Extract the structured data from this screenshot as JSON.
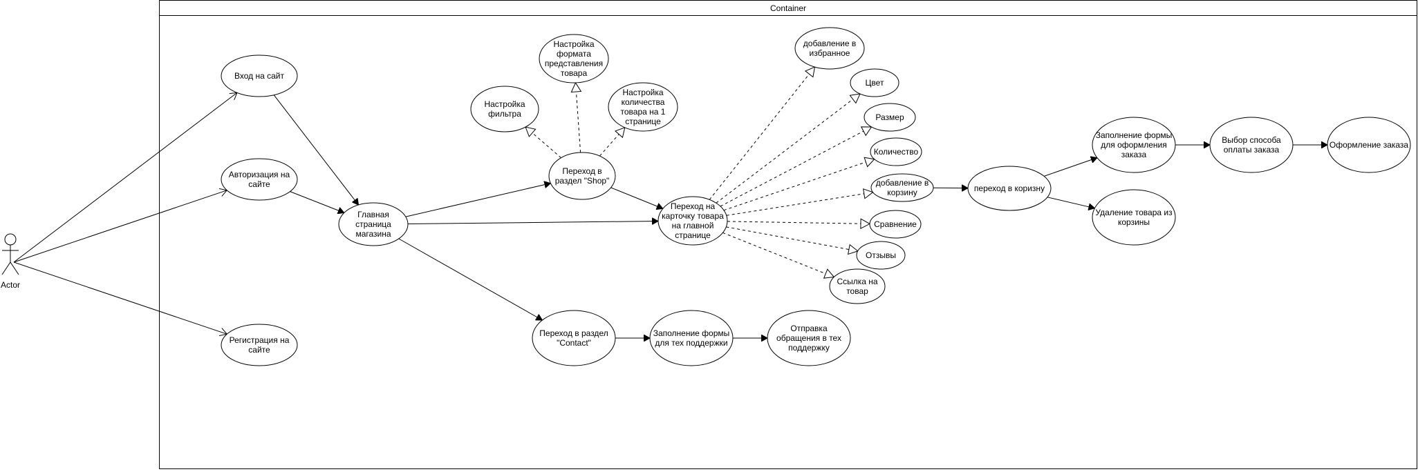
{
  "container": {
    "title": "Container"
  },
  "actor": {
    "label": "Actor"
  },
  "nodes": [
    {
      "id": "login",
      "lines": [
        "Вход на сайт"
      ]
    },
    {
      "id": "auth",
      "lines": [
        "Авторизация на",
        "сайте"
      ]
    },
    {
      "id": "register",
      "lines": [
        "Регистрация на",
        "сайте"
      ]
    },
    {
      "id": "home",
      "lines": [
        "Главная",
        "страница",
        "магазина"
      ]
    },
    {
      "id": "filter",
      "lines": [
        "Настройка",
        "фильтра"
      ]
    },
    {
      "id": "format",
      "lines": [
        "Настройка",
        "формата",
        "представления",
        "товара"
      ]
    },
    {
      "id": "perpage",
      "lines": [
        "Настройка",
        "количества",
        "товара на 1",
        "странице"
      ]
    },
    {
      "id": "shop",
      "lines": [
        "Переход в",
        "раздел \"Shop\""
      ]
    },
    {
      "id": "card",
      "lines": [
        "Переход на",
        "карточку товара",
        "на главной",
        "странице"
      ]
    },
    {
      "id": "fav",
      "lines": [
        "добавление в",
        "избранное"
      ]
    },
    {
      "id": "color",
      "lines": [
        "Цвет"
      ]
    },
    {
      "id": "size",
      "lines": [
        "Размер"
      ]
    },
    {
      "id": "qty",
      "lines": [
        "Количество"
      ]
    },
    {
      "id": "addcart",
      "lines": [
        "добавление в",
        "корзину"
      ]
    },
    {
      "id": "compare",
      "lines": [
        "Сравнение"
      ]
    },
    {
      "id": "reviews",
      "lines": [
        "Отзывы"
      ]
    },
    {
      "id": "link",
      "lines": [
        "Ссылка на",
        "товар"
      ]
    },
    {
      "id": "cart",
      "lines": [
        "переход в коризну"
      ]
    },
    {
      "id": "orderform",
      "lines": [
        "Заполнение формы",
        "для оформления",
        "заказа"
      ]
    },
    {
      "id": "remove",
      "lines": [
        "Удаление товара из",
        "корзины"
      ]
    },
    {
      "id": "payment",
      "lines": [
        "Выбор способа",
        "оплаты заказа"
      ]
    },
    {
      "id": "checkout",
      "lines": [
        "Оформление заказа"
      ]
    },
    {
      "id": "contact",
      "lines": [
        "Переход в раздел",
        "\"Contact\""
      ]
    },
    {
      "id": "supportform",
      "lines": [
        "Заполнение формы",
        "для тех поддержки"
      ]
    },
    {
      "id": "sendsupport",
      "lines": [
        "Отправка",
        "обращения в тех",
        "поддержку"
      ]
    }
  ],
  "edges": [
    {
      "from": "actor",
      "to": "login",
      "style": "association"
    },
    {
      "from": "actor",
      "to": "auth",
      "style": "association"
    },
    {
      "from": "actor",
      "to": "register",
      "style": "association"
    },
    {
      "from": "login",
      "to": "home",
      "style": "solid-arrow"
    },
    {
      "from": "auth",
      "to": "home",
      "style": "solid-arrow"
    },
    {
      "from": "home",
      "to": "shop",
      "style": "solid-arrow"
    },
    {
      "from": "home",
      "to": "card",
      "style": "solid-arrow"
    },
    {
      "from": "home",
      "to": "contact",
      "style": "solid-arrow"
    },
    {
      "from": "shop",
      "to": "card",
      "style": "solid-arrow"
    },
    {
      "from": "shop",
      "to": "filter",
      "style": "dashed-extend"
    },
    {
      "from": "shop",
      "to": "format",
      "style": "dashed-extend"
    },
    {
      "from": "shop",
      "to": "perpage",
      "style": "dashed-extend"
    },
    {
      "from": "card",
      "to": "fav",
      "style": "dashed-extend"
    },
    {
      "from": "card",
      "to": "color",
      "style": "dashed-extend"
    },
    {
      "from": "card",
      "to": "size",
      "style": "dashed-extend"
    },
    {
      "from": "card",
      "to": "qty",
      "style": "dashed-extend"
    },
    {
      "from": "card",
      "to": "addcart",
      "style": "dashed-extend"
    },
    {
      "from": "card",
      "to": "compare",
      "style": "dashed-extend"
    },
    {
      "from": "card",
      "to": "reviews",
      "style": "dashed-extend"
    },
    {
      "from": "card",
      "to": "link",
      "style": "dashed-extend"
    },
    {
      "from": "addcart",
      "to": "cart",
      "style": "solid-arrow"
    },
    {
      "from": "cart",
      "to": "orderform",
      "style": "solid-arrow"
    },
    {
      "from": "cart",
      "to": "remove",
      "style": "solid-arrow"
    },
    {
      "from": "orderform",
      "to": "payment",
      "style": "solid-arrow"
    },
    {
      "from": "payment",
      "to": "checkout",
      "style": "solid-arrow"
    },
    {
      "from": "contact",
      "to": "supportform",
      "style": "solid-arrow"
    },
    {
      "from": "supportform",
      "to": "sendsupport",
      "style": "solid-arrow"
    }
  ]
}
